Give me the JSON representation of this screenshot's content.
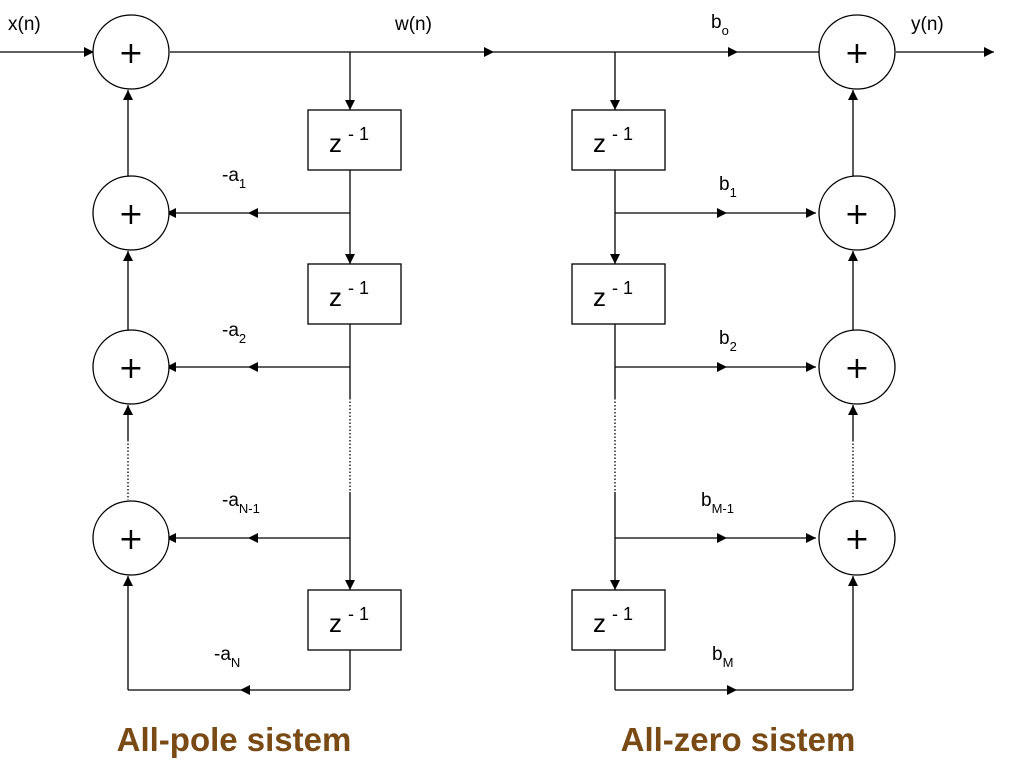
{
  "signals": {
    "input": "x(n)",
    "mid": "w(n)",
    "output": "y(n)"
  },
  "adder_symbol": "+",
  "delay": {
    "base": "z",
    "exponent": "- 1"
  },
  "feedback_coefficients": [
    {
      "base": "-a",
      "sub": "1"
    },
    {
      "base": "-a",
      "sub": "2"
    },
    {
      "base": "-a",
      "sub": "N-1"
    },
    {
      "base": "-a",
      "sub": "N"
    }
  ],
  "feedforward_coefficients": [
    {
      "base": "b",
      "sub": "o"
    },
    {
      "base": "b",
      "sub": "1"
    },
    {
      "base": "b",
      "sub": "2"
    },
    {
      "base": "b",
      "sub": "M-1"
    },
    {
      "base": "b",
      "sub": "M"
    }
  ],
  "titles": {
    "left": "All-pole sistem",
    "right": "All-zero sistem"
  },
  "colors": {
    "title": "#7a4a14",
    "line": "#000000"
  }
}
